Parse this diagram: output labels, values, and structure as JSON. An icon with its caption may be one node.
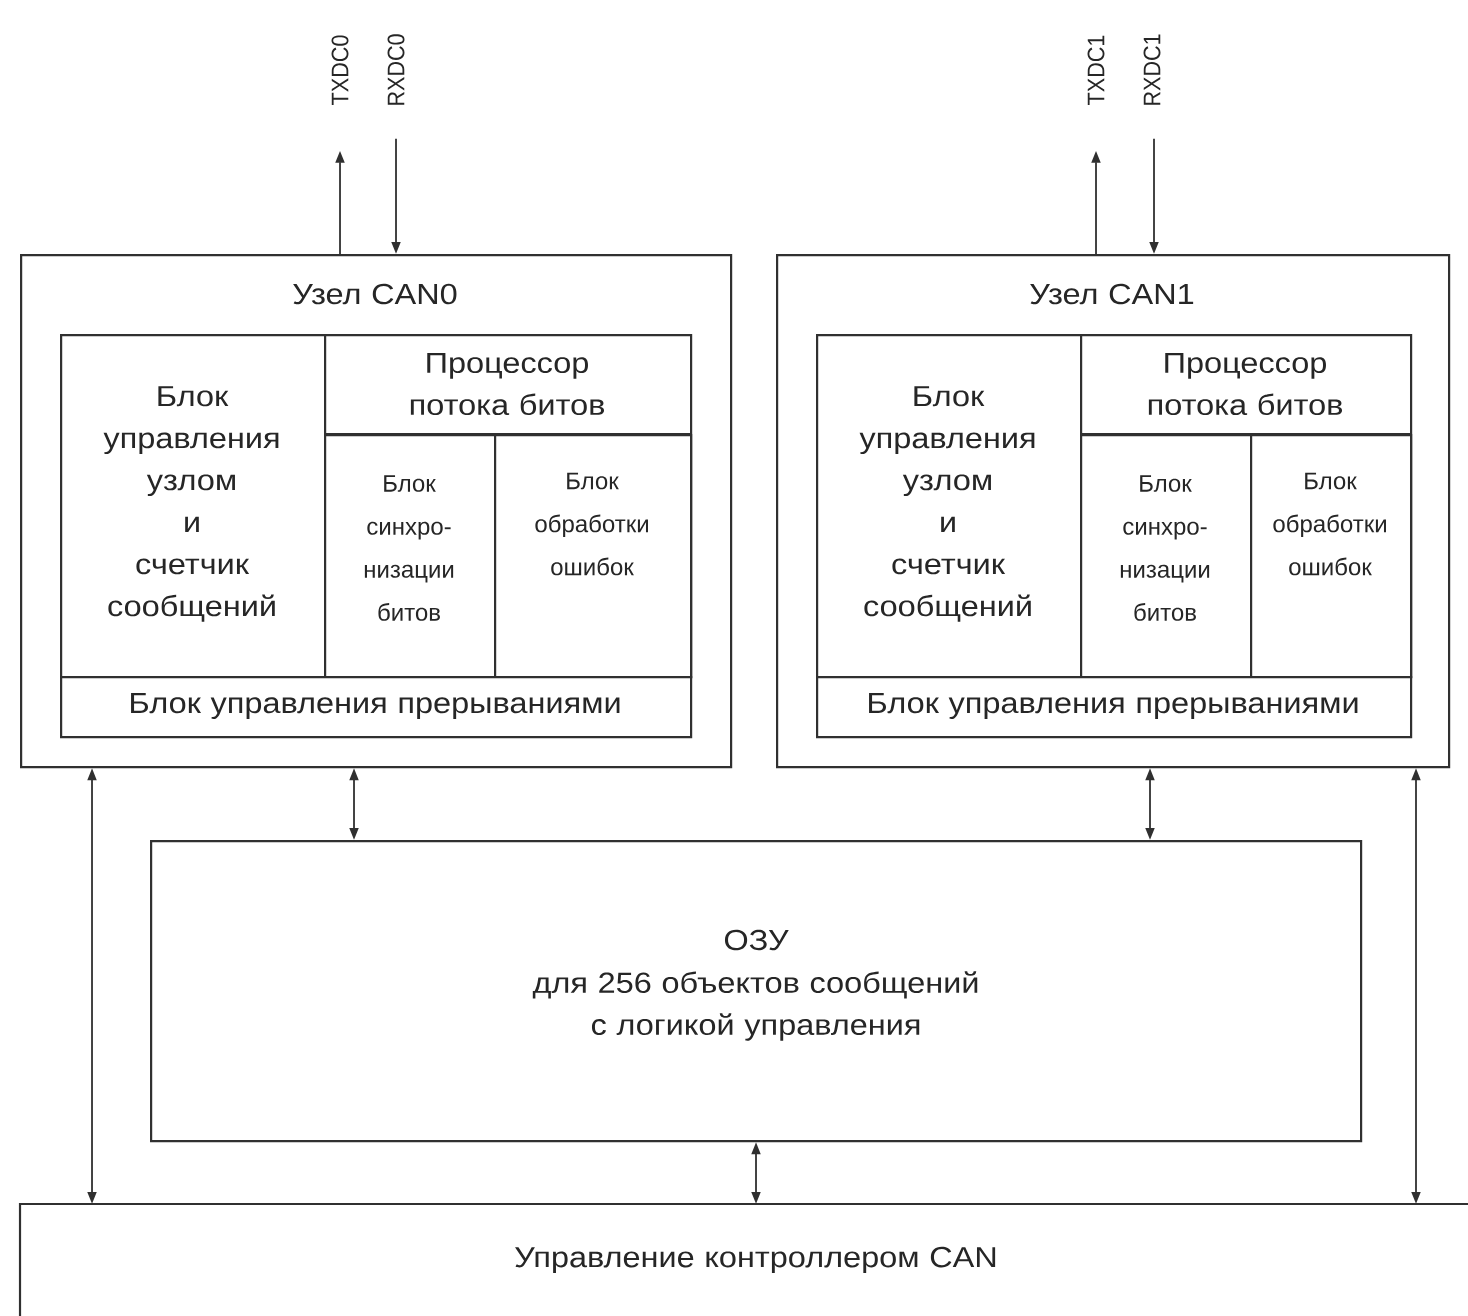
{
  "diagram": {
    "nodes": [
      {
        "text": [
          "TXDC0"
        ]
      },
      {
        "text": [
          "RXDC0"
        ]
      },
      {
        "text": [
          "Узел CAN0"
        ]
      },
      {
        "text": [
          "Блок управления узлом и счетчик сообщений"
        ],
        "in": 2
      },
      {
        "text": [
          "Процессор потока битов"
        ],
        "in": 2
      },
      {
        "text": [
          "Блок синхро-низации битов"
        ],
        "in": 4
      },
      {
        "text": [
          "Блок обработки ошибок"
        ],
        "in": 4
      },
      {
        "text": [
          "Блок управления прерываниями"
        ],
        "in": 2
      },
      {
        "text": [
          "TXDC1"
        ]
      },
      {
        "text": [
          "RXDC1"
        ]
      },
      {
        "text": [
          "Узел CAN1"
        ]
      },
      {
        "text": [
          "Блок управления узлом и счетчик сообщений"
        ],
        "in": 10
      },
      {
        "text": [
          "Процессор потока битов"
        ],
        "in": 10
      },
      {
        "text": [
          "Блок синхро-низации битов"
        ],
        "in": 12
      },
      {
        "text": [
          "Блок обработки ошибок"
        ],
        "in": 12
      },
      {
        "text": [
          "Блок управления прерываниями"
        ],
        "in": 10
      },
      {
        "text": [
          "ОЗУ",
          "для 256 объектов сообщений с логикой управления"
        ]
      },
      {
        "text": [
          "Управление контроллером CAN"
        ]
      }
    ],
    "edges": [
      {
        "from": 2,
        "to": 0,
        "arrow": "to"
      },
      {
        "from": 1,
        "to": 2,
        "arrow": "to"
      },
      {
        "from": 10,
        "to": 8,
        "arrow": "to"
      },
      {
        "from": 9,
        "to": 10,
        "arrow": "to"
      },
      {
        "from": 2,
        "to": 16,
        "arrow": "both"
      },
      {
        "from": 2,
        "to": 17,
        "arrow": "both"
      },
      {
        "from": 10,
        "to": 16,
        "arrow": "both"
      },
      {
        "from": 10,
        "to": 17,
        "arrow": "both"
      },
      {
        "from": 16,
        "to": 17,
        "arrow": "both"
      }
    ]
  }
}
